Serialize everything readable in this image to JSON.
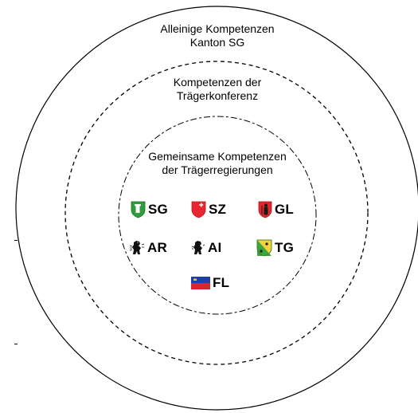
{
  "rings": {
    "outer": {
      "line1": "Alleinige Kompetenzen",
      "line2": "Kanton SG"
    },
    "middle": {
      "line1": "Kompetenzen der",
      "line2": "Trägerkonferenz"
    },
    "inner": {
      "line1": "Gemeinsame Kompetenzen",
      "line2": "der Trägerregierungen"
    }
  },
  "members": [
    {
      "code": "SG",
      "crest": "st-gallen-crest-icon",
      "color": "#2e9e3c"
    },
    {
      "code": "SZ",
      "crest": "schwyz-crest-icon",
      "color": "#e8262d"
    },
    {
      "code": "GL",
      "crest": "glarus-crest-icon",
      "color": "#e2262b"
    },
    {
      "code": "AR",
      "crest": "appenzell-ausserrhoden-crest-icon",
      "color": "#111111"
    },
    {
      "code": "AI",
      "crest": "appenzell-innerrhoden-crest-icon",
      "color": "#111111"
    },
    {
      "code": "TG",
      "crest": "thurgau-crest-icon",
      "color": "#3aa63c"
    },
    {
      "code": "FL",
      "crest": "liechtenstein-flag-icon",
      "color": "#1e3fa8"
    }
  ]
}
